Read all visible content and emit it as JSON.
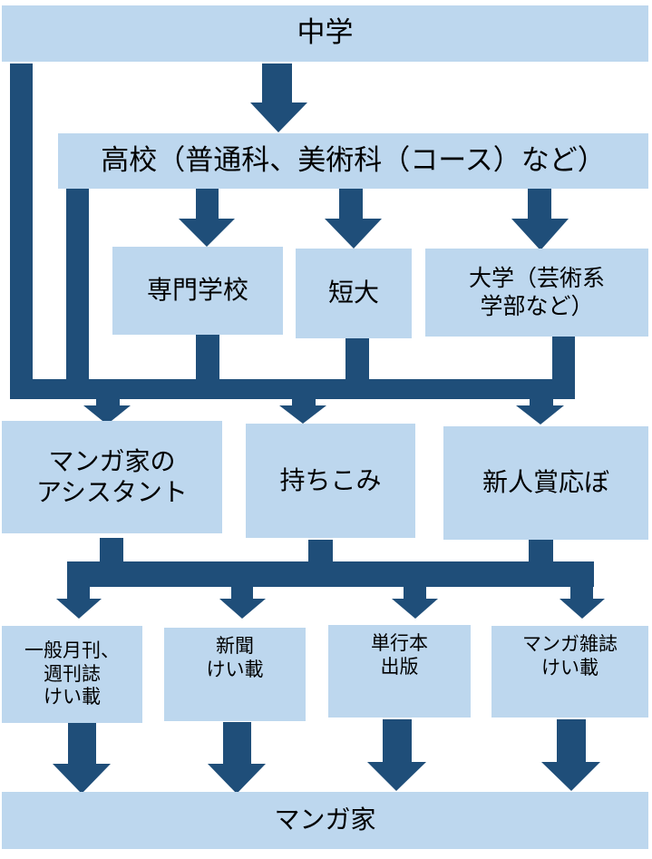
{
  "diagram": {
    "title": "マンガ家になるまでの進路",
    "colors": {
      "box_fill": "#bdd7ee",
      "arrow": "#1f4e79",
      "text": "#000000"
    },
    "nodes": {
      "junior_high": "中学",
      "high_school": "高校（普通科、美術科（コース）など）",
      "vocational": "専門学校",
      "junior_college": "短大",
      "university": "大学（芸術系\n学部など）",
      "assistant": "マンガ家の\nアシスタント",
      "mochikomi": "持ちこみ",
      "award": "新人賞応ぼ",
      "general_magazine": "一般月刊、\n週刊誌\nけい載",
      "newspaper": "新聞\nけい載",
      "book": "単行本\n出版",
      "manga_magazine": "マンガ雑誌\nけい載",
      "mangaka": "マンガ家"
    },
    "edges": [
      [
        "junior_high",
        "high_school"
      ],
      [
        "junior_high",
        "assistant"
      ],
      [
        "junior_high",
        "mochikomi"
      ],
      [
        "junior_high",
        "award"
      ],
      [
        "high_school",
        "vocational"
      ],
      [
        "high_school",
        "junior_college"
      ],
      [
        "high_school",
        "university"
      ],
      [
        "high_school",
        "assistant"
      ],
      [
        "high_school",
        "mochikomi"
      ],
      [
        "high_school",
        "award"
      ],
      [
        "vocational",
        "assistant"
      ],
      [
        "vocational",
        "mochikomi"
      ],
      [
        "vocational",
        "award"
      ],
      [
        "junior_college",
        "assistant"
      ],
      [
        "junior_college",
        "mochikomi"
      ],
      [
        "junior_college",
        "award"
      ],
      [
        "university",
        "assistant"
      ],
      [
        "university",
        "mochikomi"
      ],
      [
        "university",
        "award"
      ],
      [
        "assistant",
        "general_magazine"
      ],
      [
        "assistant",
        "newspaper"
      ],
      [
        "assistant",
        "book"
      ],
      [
        "assistant",
        "manga_magazine"
      ],
      [
        "mochikomi",
        "general_magazine"
      ],
      [
        "mochikomi",
        "newspaper"
      ],
      [
        "mochikomi",
        "book"
      ],
      [
        "mochikomi",
        "manga_magazine"
      ],
      [
        "award",
        "general_magazine"
      ],
      [
        "award",
        "newspaper"
      ],
      [
        "award",
        "book"
      ],
      [
        "award",
        "manga_magazine"
      ],
      [
        "general_magazine",
        "mangaka"
      ],
      [
        "newspaper",
        "mangaka"
      ],
      [
        "book",
        "mangaka"
      ],
      [
        "manga_magazine",
        "mangaka"
      ]
    ]
  }
}
